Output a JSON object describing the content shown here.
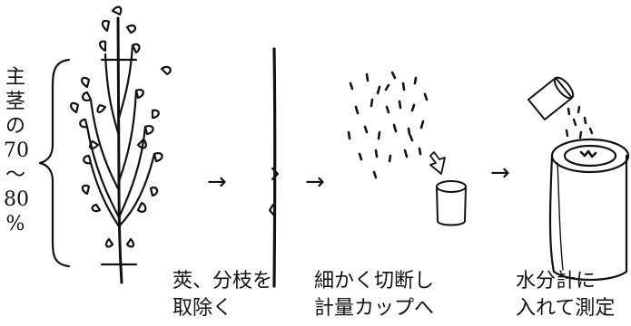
{
  "side_label": {
    "lines": [
      "主",
      "茎",
      "の",
      "70",
      "〜",
      "80",
      "%"
    ]
  },
  "arrows": [
    "→",
    "→",
    "→"
  ],
  "captions": [
    {
      "lines": [
        "莢、分枝を",
        "取除く"
      ]
    },
    {
      "lines": [
        "細かく切断し",
        "計量カップへ"
      ]
    },
    {
      "lines": [
        "水分計に",
        "入れて測定"
      ]
    }
  ]
}
